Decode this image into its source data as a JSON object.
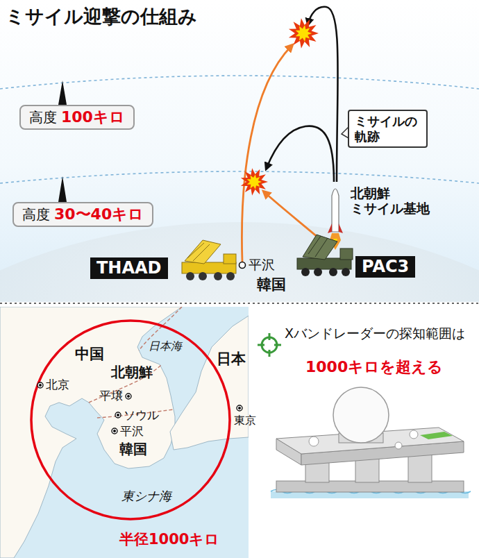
{
  "diagram": {
    "title": "ミサイル迎撃の仕組み",
    "nodes": [
      {
        "text": [
          "高度",
          "100キロ"
        ]
      },
      {
        "text": [
          "高度",
          "30〜40キロ"
        ]
      },
      {
        "text": [
          "ミサイルの軌跡"
        ]
      },
      {
        "text": [
          "THAAD"
        ]
      },
      {
        "text": [
          "PAC3"
        ]
      }
    ],
    "labels": [
      "北朝鮮 ミサイル基地",
      "平沢",
      "韓国",
      "中国",
      "北京",
      "北朝鮮",
      "日本海",
      "日本",
      "平壌",
      "ソウル",
      "東京",
      "平沢",
      "韓国",
      "東シナ海",
      "半径1000キロ",
      "Xバンドレーダーの探知範囲は",
      "1000キロを超える"
    ]
  }
}
